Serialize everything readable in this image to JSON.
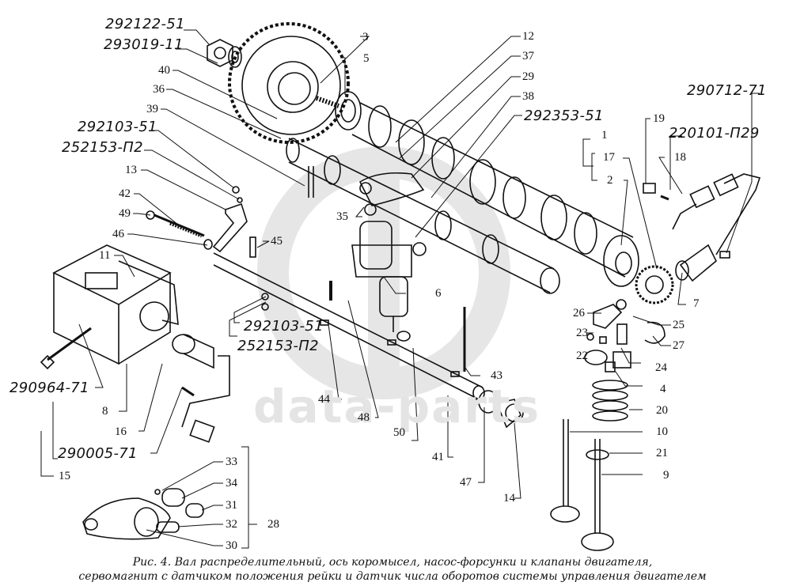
{
  "figure": {
    "caption_line1": "Рис. 4. Вал распределительный, ось коромысел, насос-форсунки и клапаны двигателя,",
    "caption_line2": "сервомагнит с датчиком положения рейки и датчик числа оборотов системы управления двигателем",
    "watermark_text": "data-parts",
    "watermark_color": "#e4e4e4"
  },
  "callouts": {
    "c1": "1",
    "c2": "2",
    "c3": "3",
    "c4": "4",
    "c5": "5",
    "c6": "6",
    "c7": "7",
    "c8": "8",
    "c9": "9",
    "c10": "10",
    "c11": "11",
    "c12": "12",
    "c13": "13",
    "c14": "14",
    "c15": "15",
    "c16": "16",
    "c17": "17",
    "c18": "18",
    "c19": "19",
    "c20": "20",
    "c21": "21",
    "c22": "22",
    "c23": "23",
    "c24": "24",
    "c25": "25",
    "c26": "26",
    "c27": "27",
    "c28": "28",
    "c29": "29",
    "c30": "30",
    "c31": "31",
    "c32": "32",
    "c33": "33",
    "c34": "34",
    "c35": "35",
    "c36": "36",
    "c37": "37",
    "c38": "38",
    "c39": "39",
    "c40": "40",
    "c41": "41",
    "c42": "42",
    "c43": "43",
    "c44": "44",
    "c45": "45",
    "c46": "46",
    "c47": "47",
    "c48": "48",
    "c49": "49",
    "c50": "50"
  },
  "part_codes": {
    "p292122_51": "292122-51",
    "p293019_11": "293019-11",
    "p292103_51_top": "292103-51",
    "p252153_P2_top": "252153-П2",
    "p292353_51": "292353-51",
    "p220101_P29": "220101-П29",
    "p290712_71": "290712-71",
    "p292103_51_mid": "292103-51",
    "p252153_P2_mid": "252153-П2",
    "p290964_71": "290964-71",
    "p290005_71": "290005-71"
  }
}
